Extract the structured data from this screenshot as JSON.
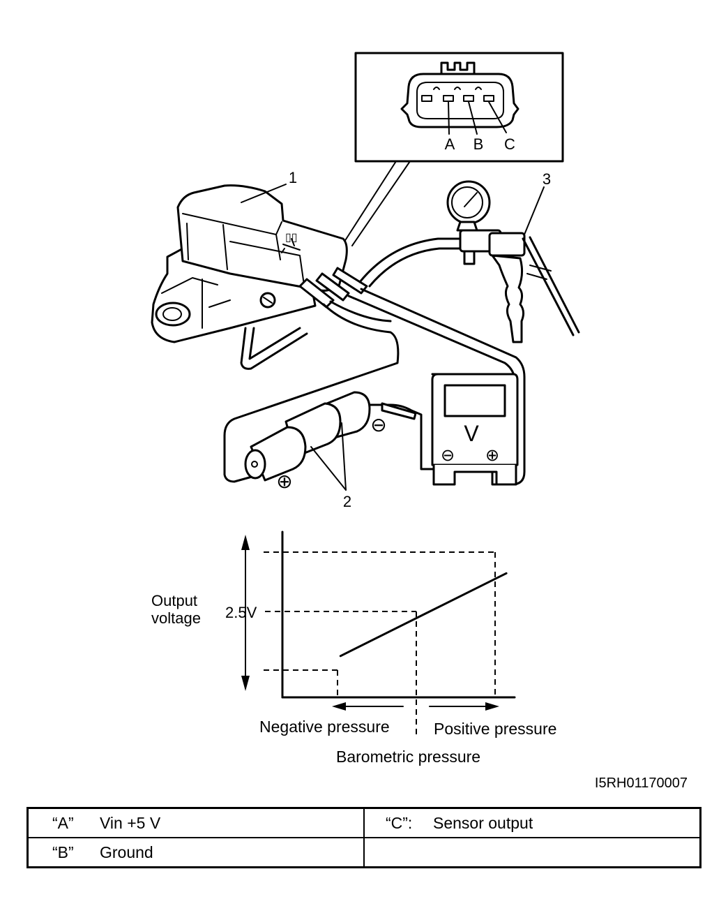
{
  "connector": {
    "pins": [
      "A",
      "B",
      "C"
    ]
  },
  "callouts": {
    "sensor": "1",
    "batteries": "2",
    "vacuum_pump": "3",
    "battery_minus": "⊖",
    "battery_plus": "⊕",
    "meter_unit": "V",
    "meter_minus": "⊖",
    "meter_plus": "⊕"
  },
  "chart_data": {
    "type": "line",
    "ylabel": "Output voltage",
    "y_tick_label": "2.5V",
    "x_labels": {
      "negative": "Negative pressure",
      "positive": "Positive pressure",
      "center": "Barometric pressure"
    },
    "series": [
      {
        "points": [
          [
            -1,
            0.25
          ],
          [
            0,
            0.5
          ],
          [
            1,
            0.75
          ]
        ]
      }
    ],
    "flat_segment": {
      "x": [
        -1.7,
        -1
      ],
      "y": 0.25
    },
    "xlim": [
      -1.7,
      1.1
    ],
    "ylim": [
      0,
      1
    ],
    "grid": false
  },
  "figure_id": "I5RH01170007",
  "legend": {
    "rows": [
      {
        "left_key": "“A”",
        "left_value": "Vin +5 V",
        "right_key": "“C”:",
        "right_value": "Sensor output"
      },
      {
        "left_key": "“B”",
        "left_value": "Ground",
        "right_key": "",
        "right_value": ""
      }
    ]
  }
}
